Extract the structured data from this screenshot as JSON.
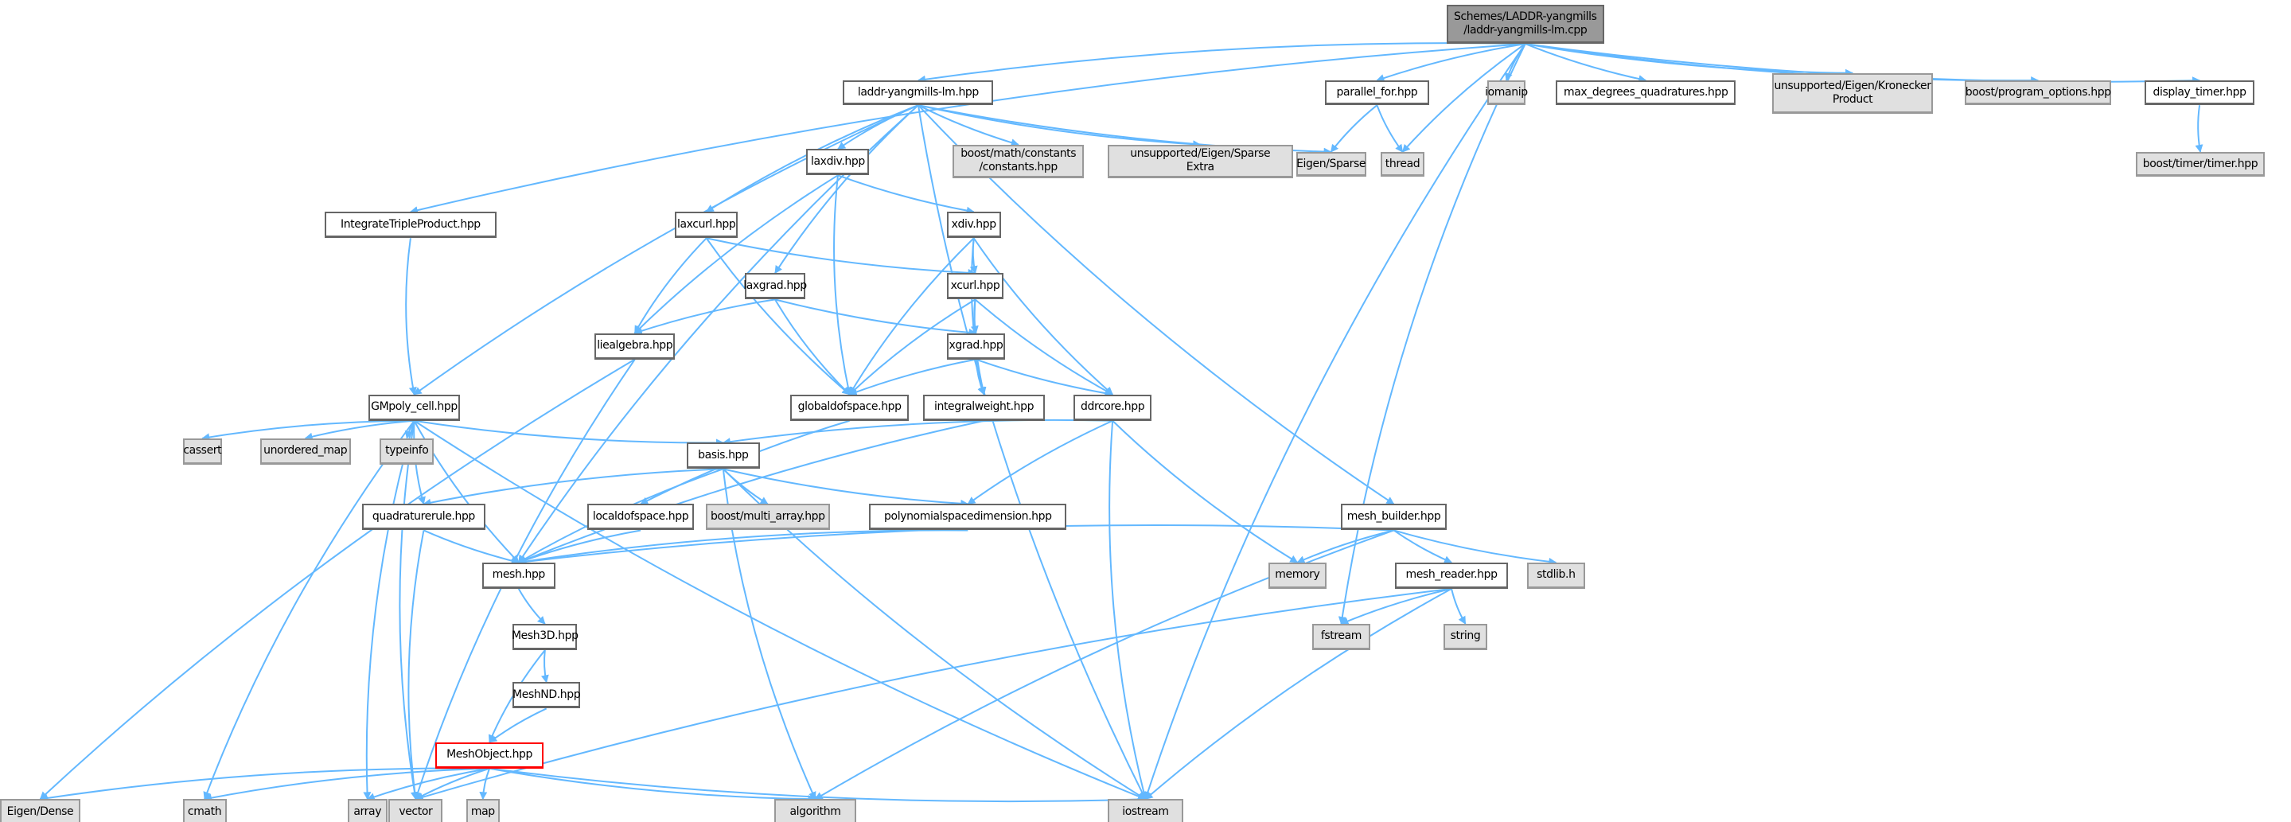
{
  "title": "Schemes/LADDR-yangmills/laddr-yangmills-lm.cpp include dependency graph",
  "colors": {
    "edge": "#63b8ff",
    "external_fill": "#e0e0e0",
    "root_fill": "#999999",
    "highlight_border": "#ff0000"
  },
  "nodes": [
    {
      "id": "root",
      "label": "Schemes/LADDR-yangmills\n/laddr-yangmills-lm.cpp",
      "kind": "root"
    },
    {
      "id": "laddr",
      "label": "laddr-yangmills-lm.hpp",
      "kind": "file"
    },
    {
      "id": "itp",
      "label": "IntegrateTripleProduct.hpp",
      "kind": "file"
    },
    {
      "id": "pfor",
      "label": "parallel_for.hpp",
      "kind": "file"
    },
    {
      "id": "iomanip",
      "label": "iomanip",
      "kind": "ext"
    },
    {
      "id": "maxdeg",
      "label": "max_degrees_quadratures.hpp",
      "kind": "file"
    },
    {
      "id": "kron",
      "label": "unsupported/Eigen/Kronecker\nProduct",
      "kind": "ext"
    },
    {
      "id": "progopt",
      "label": "boost/program_options.hpp",
      "kind": "ext"
    },
    {
      "id": "dtimer",
      "label": "display_timer.hpp",
      "kind": "file"
    },
    {
      "id": "btimer",
      "label": "boost/timer/timer.hpp",
      "kind": "ext"
    },
    {
      "id": "esparse",
      "label": "Eigen/Sparse",
      "kind": "ext"
    },
    {
      "id": "thread",
      "label": "thread",
      "kind": "ext"
    },
    {
      "id": "bmath",
      "label": "boost/math/constants\n/constants.hpp",
      "kind": "ext"
    },
    {
      "id": "sparseextra",
      "label": "unsupported/Eigen/Sparse\nExtra",
      "kind": "ext"
    },
    {
      "id": "laxdiv",
      "label": "laxdiv.hpp",
      "kind": "file"
    },
    {
      "id": "laxcurl",
      "label": "laxcurl.hpp",
      "kind": "file"
    },
    {
      "id": "xdiv",
      "label": "xdiv.hpp",
      "kind": "file"
    },
    {
      "id": "laxgrad",
      "label": "laxgrad.hpp",
      "kind": "file"
    },
    {
      "id": "xcurl",
      "label": "xcurl.hpp",
      "kind": "file"
    },
    {
      "id": "liealg",
      "label": "liealgebra.hpp",
      "kind": "file"
    },
    {
      "id": "xgrad",
      "label": "xgrad.hpp",
      "kind": "file"
    },
    {
      "id": "gmpoly",
      "label": "GMpoly_cell.hpp",
      "kind": "file"
    },
    {
      "id": "gdof",
      "label": "globaldofspace.hpp",
      "kind": "file"
    },
    {
      "id": "iweight",
      "label": "integralweight.hpp",
      "kind": "file"
    },
    {
      "id": "ddrcore",
      "label": "ddrcore.hpp",
      "kind": "file"
    },
    {
      "id": "cassert",
      "label": "cassert",
      "kind": "ext"
    },
    {
      "id": "umap",
      "label": "unordered_map",
      "kind": "ext"
    },
    {
      "id": "typeinfo",
      "label": "typeinfo",
      "kind": "ext"
    },
    {
      "id": "basis",
      "label": "basis.hpp",
      "kind": "file"
    },
    {
      "id": "qrule",
      "label": "quadraturerule.hpp",
      "kind": "file"
    },
    {
      "id": "ldof",
      "label": "localdofspace.hpp",
      "kind": "file"
    },
    {
      "id": "bmulti",
      "label": "boost/multi_array.hpp",
      "kind": "ext"
    },
    {
      "id": "psd",
      "label": "polynomialspacedimension.hpp",
      "kind": "file"
    },
    {
      "id": "mbuilder",
      "label": "mesh_builder.hpp",
      "kind": "file"
    },
    {
      "id": "mesh",
      "label": "mesh.hpp",
      "kind": "file"
    },
    {
      "id": "memory",
      "label": "memory",
      "kind": "ext"
    },
    {
      "id": "stdlib",
      "label": "stdlib.h",
      "kind": "ext"
    },
    {
      "id": "mreader",
      "label": "mesh_reader.hpp",
      "kind": "file"
    },
    {
      "id": "fstream",
      "label": "fstream",
      "kind": "ext"
    },
    {
      "id": "string",
      "label": "string",
      "kind": "ext"
    },
    {
      "id": "mesh3d",
      "label": "Mesh3D.hpp",
      "kind": "file"
    },
    {
      "id": "meshnd",
      "label": "MeshND.hpp",
      "kind": "file"
    },
    {
      "id": "meshobj",
      "label": "MeshObject.hpp",
      "kind": "highlight"
    },
    {
      "id": "edense",
      "label": "Eigen/Dense",
      "kind": "ext"
    },
    {
      "id": "cmath",
      "label": "cmath",
      "kind": "ext"
    },
    {
      "id": "array",
      "label": "array",
      "kind": "ext"
    },
    {
      "id": "vector",
      "label": "vector",
      "kind": "ext"
    },
    {
      "id": "map",
      "label": "map",
      "kind": "ext"
    },
    {
      "id": "algorithm",
      "label": "algorithm",
      "kind": "ext"
    },
    {
      "id": "iostream",
      "label": "iostream",
      "kind": "ext"
    }
  ],
  "edges": [
    [
      "root",
      "laddr"
    ],
    [
      "root",
      "itp"
    ],
    [
      "root",
      "pfor"
    ],
    [
      "root",
      "iomanip"
    ],
    [
      "root",
      "maxdeg"
    ],
    [
      "root",
      "kron"
    ],
    [
      "root",
      "progopt"
    ],
    [
      "root",
      "dtimer"
    ],
    [
      "root",
      "thread"
    ],
    [
      "root",
      "fstream"
    ],
    [
      "root",
      "iostream"
    ],
    [
      "dtimer",
      "btimer"
    ],
    [
      "pfor",
      "esparse"
    ],
    [
      "pfor",
      "thread"
    ],
    [
      "laddr",
      "gmpoly"
    ],
    [
      "laddr",
      "mesh"
    ],
    [
      "laddr",
      "laxdiv"
    ],
    [
      "laddr",
      "laxcurl"
    ],
    [
      "laddr",
      "laxgrad"
    ],
    [
      "laddr",
      "bmath"
    ],
    [
      "laddr",
      "sparseextra"
    ],
    [
      "laddr",
      "esparse"
    ],
    [
      "laddr",
      "mbuilder"
    ],
    [
      "laddr",
      "iostream"
    ],
    [
      "itp",
      "gmpoly"
    ],
    [
      "laxdiv",
      "liealg"
    ],
    [
      "laxdiv",
      "gdof"
    ],
    [
      "laxdiv",
      "xdiv"
    ],
    [
      "laxcurl",
      "liealg"
    ],
    [
      "laxcurl",
      "gdof"
    ],
    [
      "laxcurl",
      "xcurl"
    ],
    [
      "laxgrad",
      "liealg"
    ],
    [
      "laxgrad",
      "gdof"
    ],
    [
      "laxgrad",
      "xgrad"
    ],
    [
      "xdiv",
      "gdof"
    ],
    [
      "xdiv",
      "xcurl"
    ],
    [
      "xdiv",
      "iweight"
    ],
    [
      "xdiv",
      "ddrcore"
    ],
    [
      "xcurl",
      "gdof"
    ],
    [
      "xcurl",
      "xgrad"
    ],
    [
      "xcurl",
      "iweight"
    ],
    [
      "xcurl",
      "ddrcore"
    ],
    [
      "xgrad",
      "gdof"
    ],
    [
      "xgrad",
      "iweight"
    ],
    [
      "xgrad",
      "ddrcore"
    ],
    [
      "liealg",
      "edense"
    ],
    [
      "liealg",
      "vector"
    ],
    [
      "gmpoly",
      "cassert"
    ],
    [
      "gmpoly",
      "umap"
    ],
    [
      "gmpoly",
      "typeinfo"
    ],
    [
      "gmpoly",
      "basis"
    ],
    [
      "gmpoly",
      "qrule"
    ],
    [
      "gmpoly",
      "mesh"
    ],
    [
      "gmpoly",
      "cmath"
    ],
    [
      "gmpoly",
      "array"
    ],
    [
      "gmpoly",
      "vector"
    ],
    [
      "gmpoly",
      "iostream"
    ],
    [
      "gdof",
      "ldof"
    ],
    [
      "iweight",
      "mesh"
    ],
    [
      "ddrcore",
      "basis"
    ],
    [
      "ddrcore",
      "psd"
    ],
    [
      "ddrcore",
      "memory"
    ],
    [
      "ddrcore",
      "iostream"
    ],
    [
      "basis",
      "qrule"
    ],
    [
      "basis",
      "mesh"
    ],
    [
      "basis",
      "bmulti"
    ],
    [
      "basis",
      "psd"
    ],
    [
      "basis",
      "iostream"
    ],
    [
      "basis",
      "algorithm"
    ],
    [
      "qrule",
      "mesh"
    ],
    [
      "qrule",
      "vector"
    ],
    [
      "ldof",
      "mesh"
    ],
    [
      "psd",
      "mesh"
    ],
    [
      "mbuilder",
      "mesh"
    ],
    [
      "mbuilder",
      "memory"
    ],
    [
      "mbuilder",
      "stdlib"
    ],
    [
      "mbuilder",
      "mreader"
    ],
    [
      "mbuilder",
      "algorithm"
    ],
    [
      "mreader",
      "fstream"
    ],
    [
      "mreader",
      "string"
    ],
    [
      "mreader",
      "iostream"
    ],
    [
      "mreader",
      "vector"
    ],
    [
      "mesh",
      "mesh3d"
    ],
    [
      "mesh3d",
      "meshnd"
    ],
    [
      "mesh3d",
      "meshobj"
    ],
    [
      "meshnd",
      "meshobj"
    ],
    [
      "meshobj",
      "edense"
    ],
    [
      "meshobj",
      "cmath"
    ],
    [
      "meshobj",
      "array"
    ],
    [
      "meshobj",
      "vector"
    ],
    [
      "meshobj",
      "map"
    ],
    [
      "meshobj",
      "algorithm"
    ],
    [
      "meshobj",
      "iostream"
    ]
  ]
}
